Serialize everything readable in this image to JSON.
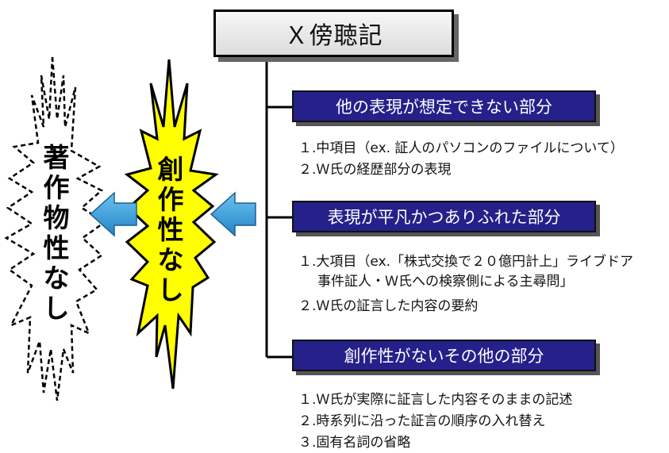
{
  "title": "Ｘ傍聴記",
  "sections": [
    {
      "heading": "他の表現が想定できない部分",
      "items": [
        {
          "number": "１.",
          "lines": [
            "中項目（ex. 証人のパソコンのファイルについて）"
          ]
        },
        {
          "number": "２.",
          "lines": [
            "Ｗ氏の経歴部分の表現"
          ]
        }
      ]
    },
    {
      "heading": "表現が平凡かつありふれた部分",
      "items": [
        {
          "number": "１.",
          "lines": [
            "大項目（ex.「株式交換で２０億円計上」ライブドア",
            "事件証人・Ｗ氏への検察側による主尋問」"
          ]
        },
        {
          "number": "２.",
          "lines": [
            "Ｗ氏の証言した内容の要約"
          ]
        }
      ]
    },
    {
      "heading": "創作性がないその他の部分",
      "items": [
        {
          "number": "１.",
          "lines": [
            "Ｗ氏が実際に証言した内容そのままの記述"
          ]
        },
        {
          "number": "２.",
          "lines": [
            "時系列に沿った証言の順序の入れ替え"
          ]
        },
        {
          "number": "３.",
          "lines": [
            "固有名詞の省略"
          ]
        }
      ]
    }
  ],
  "left_burst": {
    "chars": [
      "著",
      "作",
      "物",
      "性",
      "な",
      "し"
    ]
  },
  "center_burst": {
    "chars": [
      "創",
      "作",
      "性",
      "な",
      "し"
    ],
    "fill_color": "#ffff00"
  },
  "arrow_color": "#3aa0dc",
  "banner_color": "#25208a"
}
